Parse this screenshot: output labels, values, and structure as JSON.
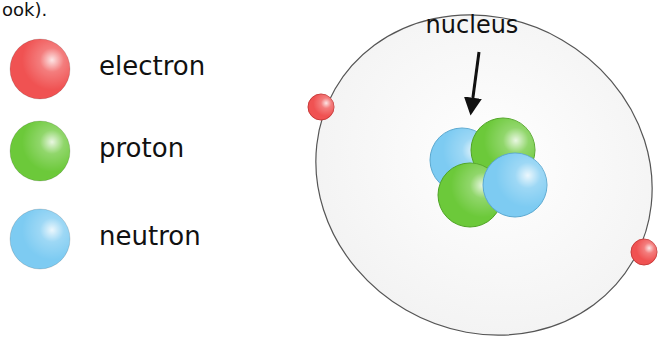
{
  "diagram": {
    "labels": [
      "ook).",
      "nucleus"
    ],
    "legend": [
      {
        "text": "electron",
        "color": "#f05252"
      },
      {
        "text": "proton",
        "color": "#6cc93a"
      },
      {
        "text": "neutron",
        "color": "#7dcbf2"
      }
    ]
  }
}
